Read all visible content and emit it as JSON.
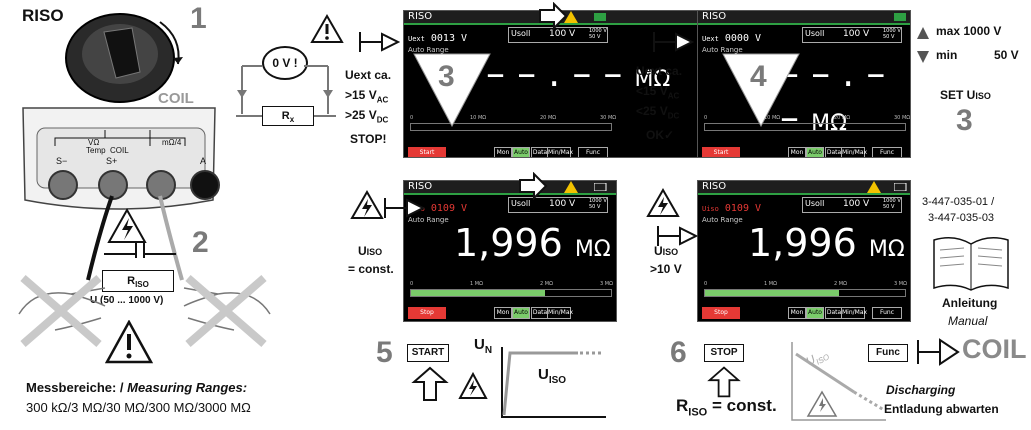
{
  "step_numbers": [
    "1",
    "2",
    "3",
    "4",
    "5",
    "6"
  ],
  "meter": {
    "knob_label": "RISO",
    "coil_label": "COIL",
    "jacks": [
      "S−",
      "S+",
      "A"
    ],
    "mini_labels": [
      "VΩ",
      "Temp",
      "COIL",
      "mΩ/4"
    ],
    "resistor": "R",
    "resistor_sub": "ISO",
    "voltage_range": "U (50 ... 1000 V)"
  },
  "ranges": {
    "heading_de": "Messbereiche: /",
    "heading_en": "Measuring Ranges:",
    "values": "300 kΩ/3 MΩ/30 MΩ/300 MΩ/3000 MΩ"
  },
  "step3_side": {
    "zero_volt": "0 V !",
    "rx": "R",
    "rx_sub": "x",
    "lines": [
      "Uext ca.",
      ">15 V",
      ">25 V",
      "STOP!"
    ],
    "subs": [
      "AC",
      "DC"
    ]
  },
  "step4_side": {
    "lines": [
      "Uext ca.",
      "<15 V",
      "<25 V",
      "OK✓"
    ],
    "subs": [
      "AC",
      "DC"
    ]
  },
  "set_uiso": {
    "max_label": "max 1000 V",
    "min_label": "min",
    "min_value": "50 V",
    "set_label": "SET U",
    "set_sub": "ISO",
    "step": "3"
  },
  "step5_side": {
    "uiso": "U",
    "uiso_sub": "ISO",
    "const": "= const."
  },
  "step6_side": {
    "uiso": "U",
    "uiso_sub": "ISO",
    "gt": ">10 V"
  },
  "screens": [
    {
      "title": "RISO",
      "uext_label": "Uext",
      "uext": "0013 V",
      "auto": "Auto Range",
      "usoll_label": "Usoll",
      "usoll": "100 V",
      "opts": [
        "1000 V",
        "50 V"
      ],
      "reading": "– – . – –",
      "unit": "MΩ",
      "ticks": [
        "0",
        "10 MΩ",
        "20 MΩ",
        "30 MΩ"
      ],
      "fill": 0,
      "buttons": [
        "Start",
        "Mon",
        "Auto",
        "Data",
        "Min/Max",
        "Func"
      ]
    },
    {
      "title": "RISO",
      "uext_label": "Uext",
      "uext": "0000 V",
      "auto": "Auto Range",
      "usoll_label": "Usoll",
      "usoll": "100 V",
      "opts": [
        "1000 V",
        "50 V"
      ],
      "reading": "– – . – –",
      "unit": "MΩ",
      "ticks": [
        "0",
        "10 MΩ",
        "20 MΩ",
        "30 MΩ"
      ],
      "fill": 0,
      "buttons": [
        "Start",
        "Mon",
        "Auto",
        "Data",
        "Min/Max",
        "Func"
      ]
    },
    {
      "title": "RISO",
      "uext_label": "Uiso",
      "uext": "0109 V",
      "auto": "Auto Range",
      "usoll_label": "Usoll",
      "usoll": "100 V",
      "opts": [
        "1000 V",
        "50 V"
      ],
      "reading": "1,996",
      "unit": "MΩ",
      "ticks": [
        "0",
        "1 MΩ",
        "2 MΩ",
        "3 MΩ"
      ],
      "fill": 0.67,
      "buttons": [
        "Stop",
        "Mon",
        "Auto",
        "Data",
        "Min/Max",
        ""
      ]
    },
    {
      "title": "RISO",
      "uext_label": "Uiso",
      "uext": "0109 V",
      "auto": "Auto Range",
      "usoll_label": "Usoll",
      "usoll": "100 V",
      "opts": [
        "1000 V",
        "50 V"
      ],
      "reading": "1,996",
      "unit": "MΩ",
      "ticks": [
        "0",
        "1 MΩ",
        "2 MΩ",
        "3 MΩ"
      ],
      "fill": 0.67,
      "buttons": [
        "Stop",
        "Mon",
        "Auto",
        "Data",
        "Min/Max",
        "Func"
      ]
    }
  ],
  "step5": {
    "button": "START",
    "un": "U",
    "un_sub": "N",
    "uiso": "U",
    "uiso_sub": "ISO"
  },
  "step6": {
    "button": "STOP",
    "riso": "R",
    "riso_sub": "ISO",
    "const": " = const.",
    "uiso": "U",
    "uiso_sub": "ISO",
    "discharging": "Discharging",
    "entladung": "Entladung abwarten"
  },
  "func_button": "Func",
  "coil": "COIL",
  "manual": {
    "code1": "3-447-035-01 /",
    "code2": "3-447-035-03",
    "anleitung": "Anleitung",
    "manual": "Manual"
  },
  "colors": {
    "accent_green": "#2ea043",
    "bar_green": "#7acb6a",
    "warn_yellow": "#f2c200",
    "red": "#e53935",
    "step_grey": "#7a7a7a"
  }
}
